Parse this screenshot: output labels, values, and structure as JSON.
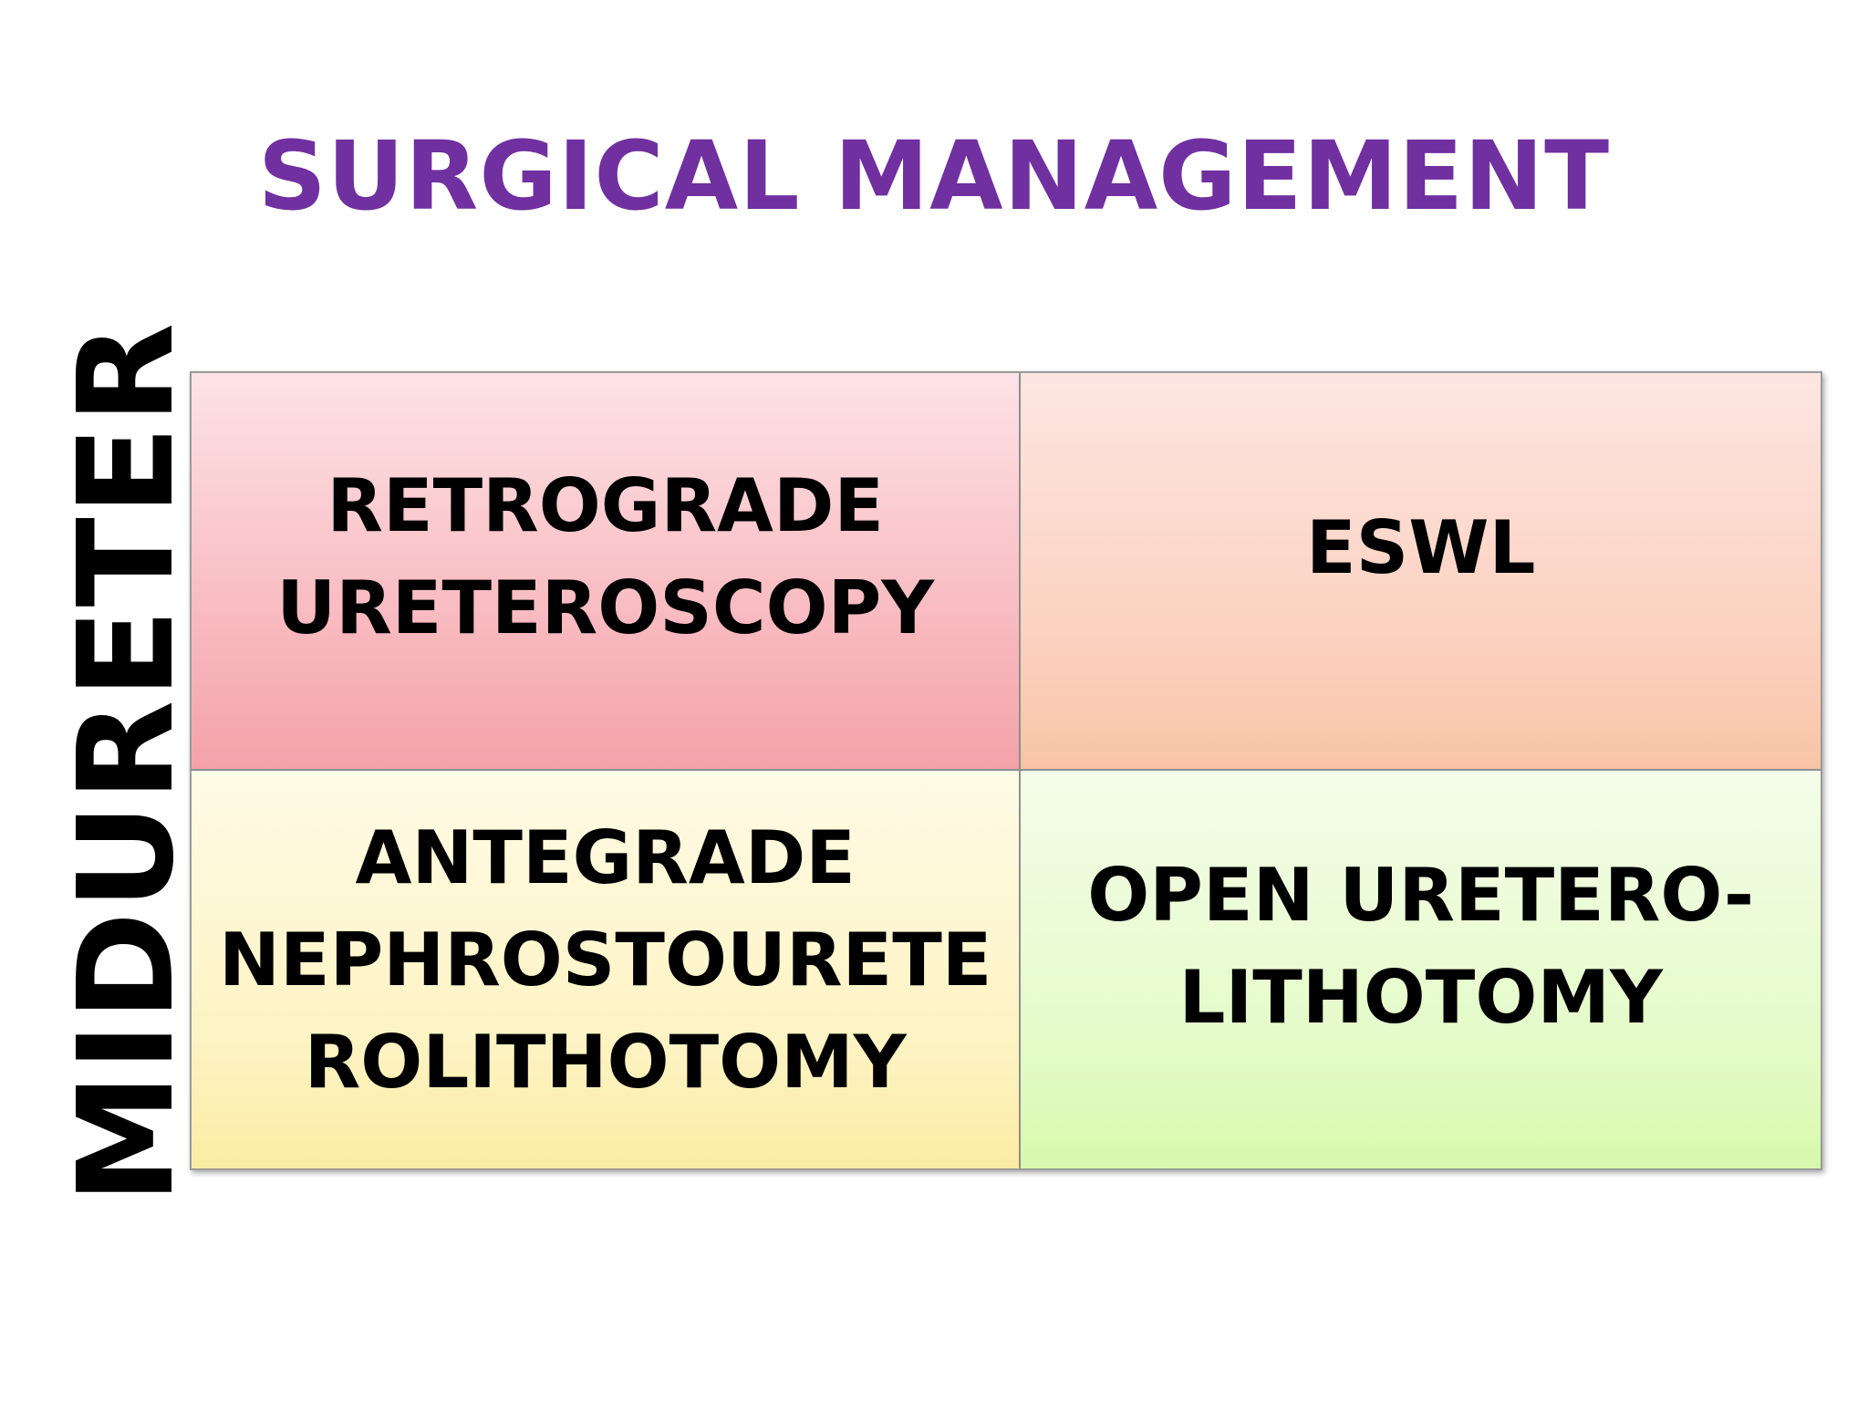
{
  "title": "SURGICAL MANAGEMENT",
  "side_label": "MIDURETER",
  "cells": {
    "top_left": "RETROGRADE\nURETEROSCOPY",
    "top_right": "ESWL",
    "bottom_left": "ANTEGRADE\nNEPHROSTOURETE\nROLITHOTOMY",
    "bottom_right": "OPEN URETERO-\nLITHOTOMY"
  },
  "colors": {
    "title": "#7030A0",
    "top_left": "#f7b5bb",
    "top_right": "#fbd0bd",
    "bottom_left": "#fdf3c2",
    "bottom_right": "#e4fbc8"
  }
}
